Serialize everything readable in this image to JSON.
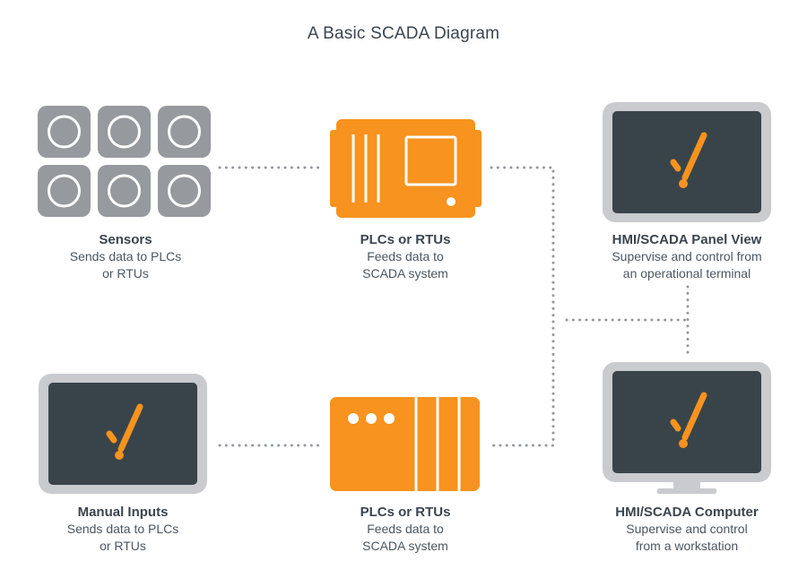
{
  "title": "A Basic SCADA Diagram",
  "colors": {
    "orange": "#f7931e",
    "gray": "#96999e",
    "dark": "#39444a",
    "text": "#3a4550"
  },
  "nodes": {
    "sensors": {
      "name": "Sensors",
      "desc1": "Sends data to PLCs",
      "desc2": "or RTUs",
      "icon": "sensor-grid-icon"
    },
    "plc_top": {
      "name": "PLCs or RTUs",
      "desc1": "Feeds data to",
      "desc2": "SCADA system",
      "icon": "plc-icon"
    },
    "hmi_panel": {
      "name": "HMI/SCADA Panel View",
      "desc1": "Supervise and control from",
      "desc2": "an operational terminal",
      "icon": "panel-monitor-icon"
    },
    "manual_inputs": {
      "name": "Manual Inputs",
      "desc1": "Sends data to PLCs",
      "desc2": "or RTUs",
      "icon": "monitor-icon"
    },
    "plc_bottom": {
      "name": "PLCs or RTUs",
      "desc1": "Feeds data to",
      "desc2": "SCADA system",
      "icon": "rtu-icon"
    },
    "hmi_computer": {
      "name": "HMI/SCADA Computer",
      "desc1": "Supervise and control",
      "desc2": "from a workstation",
      "icon": "computer-monitor-icon"
    }
  }
}
